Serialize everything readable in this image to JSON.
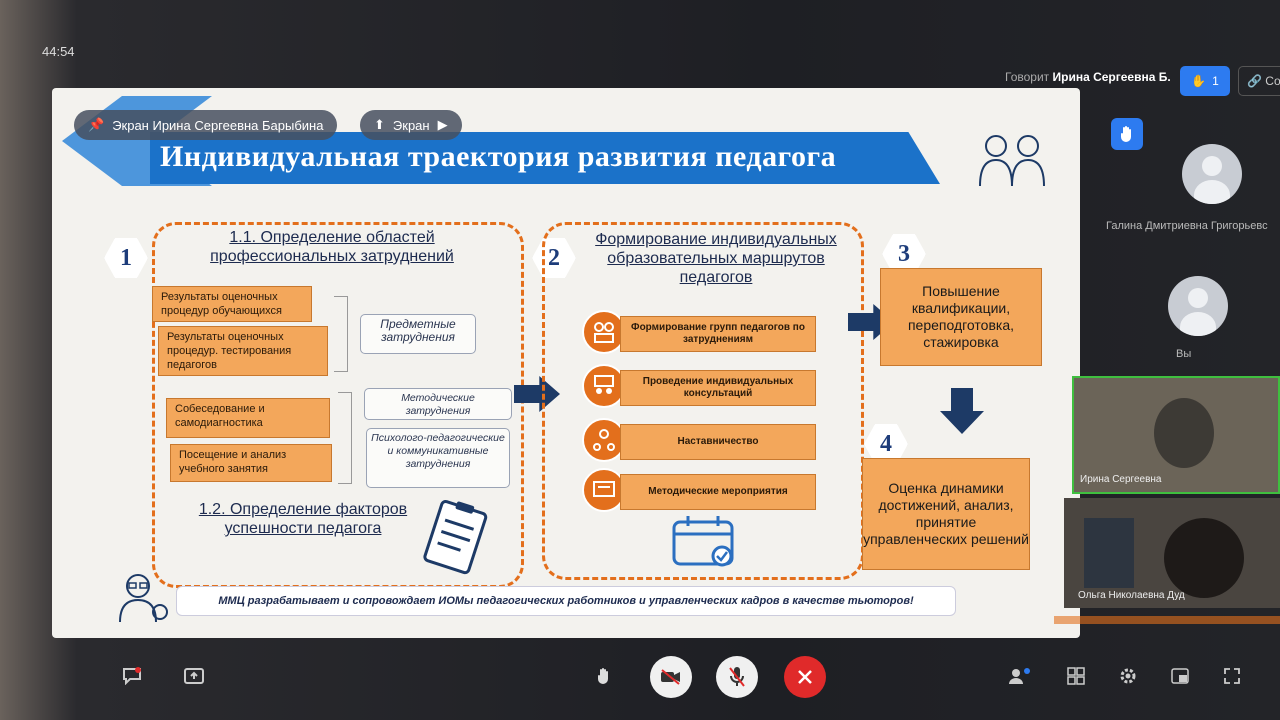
{
  "topbar": {
    "time": "44:54",
    "speaker_prefix": "Говорит",
    "speaker_name": "Ирина Сергеевна Б.",
    "hand_count": "1",
    "link_label": "Со"
  },
  "pills": {
    "screen_owner": "Экран Ирина Сергеевна Барыбина",
    "screen_label": "Экран"
  },
  "slide": {
    "title": "Индивидуальная траектория развития педагога",
    "numbers": [
      "1",
      "2",
      "3",
      "4"
    ],
    "block1": {
      "heading_top": "1.1. Определение областей профессиональных затруднений",
      "items_a": [
        "Результаты оценочных процедур обучающихся",
        "Результаты оценочных процедур. тестирования педагогов"
      ],
      "items_b": [
        "Собеседование и самодиагностика",
        "Посещение и анализ учебного занятия"
      ],
      "tags": [
        "Предметные затруднения",
        "Методические затруднения",
        "Психолого-педагогические и коммуникативные затруднения"
      ],
      "heading_bottom": "1.2. Определение факторов успешности педагога"
    },
    "block2": {
      "heading": "Формирование индивидуальных образовательных маршрутов педагогов",
      "steps": [
        "Формирование групп педагогов по затруднениям",
        "Проведение индивидуальных консультаций",
        "Наставничество",
        "Методические мероприятия"
      ]
    },
    "block3": "Повышение квалификации, переподготовка, стажировка",
    "block4": "Оценка динамики достижений, анализ, принятие управленческих решений",
    "footer": "ММЦ разрабатывает и сопровождает ИОМы педагогических работников и управленческих кадров в качестве тьюторов!"
  },
  "participants": [
    {
      "name": "Галина Дмитриевна Григорьевс"
    },
    {
      "name": "Вы"
    },
    {
      "name": "Ирина Сергеевна"
    },
    {
      "name": "Ольга Николаевна Дуд"
    }
  ],
  "colors": {
    "accent": "#2d7bf0",
    "orange": "#f3a75b",
    "dash": "#e36f1c",
    "navy": "#1d3a66",
    "hangup": "#e02a2a"
  }
}
